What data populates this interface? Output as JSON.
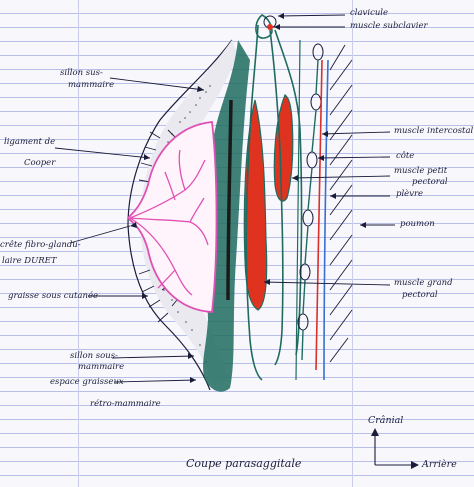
{
  "labels": {
    "clavicule": "clavicule",
    "muscle_subclavier": "muscle subclavier",
    "sillon_sus_mammaire_1": "sillon sus-",
    "sillon_sus_mammaire_2": "mammaire",
    "ligament_cooper_1": "ligament de",
    "ligament_cooper_2": "Cooper",
    "crete_duret_1": "crête fibro-glandu-",
    "crete_duret_2": "laire DURET",
    "graisse_sous_cutanee": "graisse sous cutanée",
    "sillon_sous_mammaire_1": "sillon sous-",
    "sillon_sous_mammaire_2": "mammaire",
    "espace_graisseux_1": "espace graisseux",
    "espace_graisseux_2": "rétro-mammaire",
    "muscle_intercostal": "muscle intercostal",
    "cote": "côte",
    "muscle_petit_pectoral_1": "muscle petit",
    "muscle_petit_pectoral_2": "pectoral",
    "plevre": "plèvre",
    "poumon": "poumon",
    "muscle_grand_pectoral_1": "muscle grand",
    "muscle_grand_pectoral_2": "pectoral",
    "coupe": "Coupe parasaggitale",
    "cranial": "Crânial",
    "arriere": "Arrière"
  },
  "colors": {
    "muscle": "#e0331f",
    "fascia": "#1f6b5f",
    "gland": "#e050b4",
    "pleura_red": "#d8302a",
    "pleura_blue": "#3a6fd0",
    "ink": "#1a1c3a",
    "fat_dot": "#555555"
  }
}
